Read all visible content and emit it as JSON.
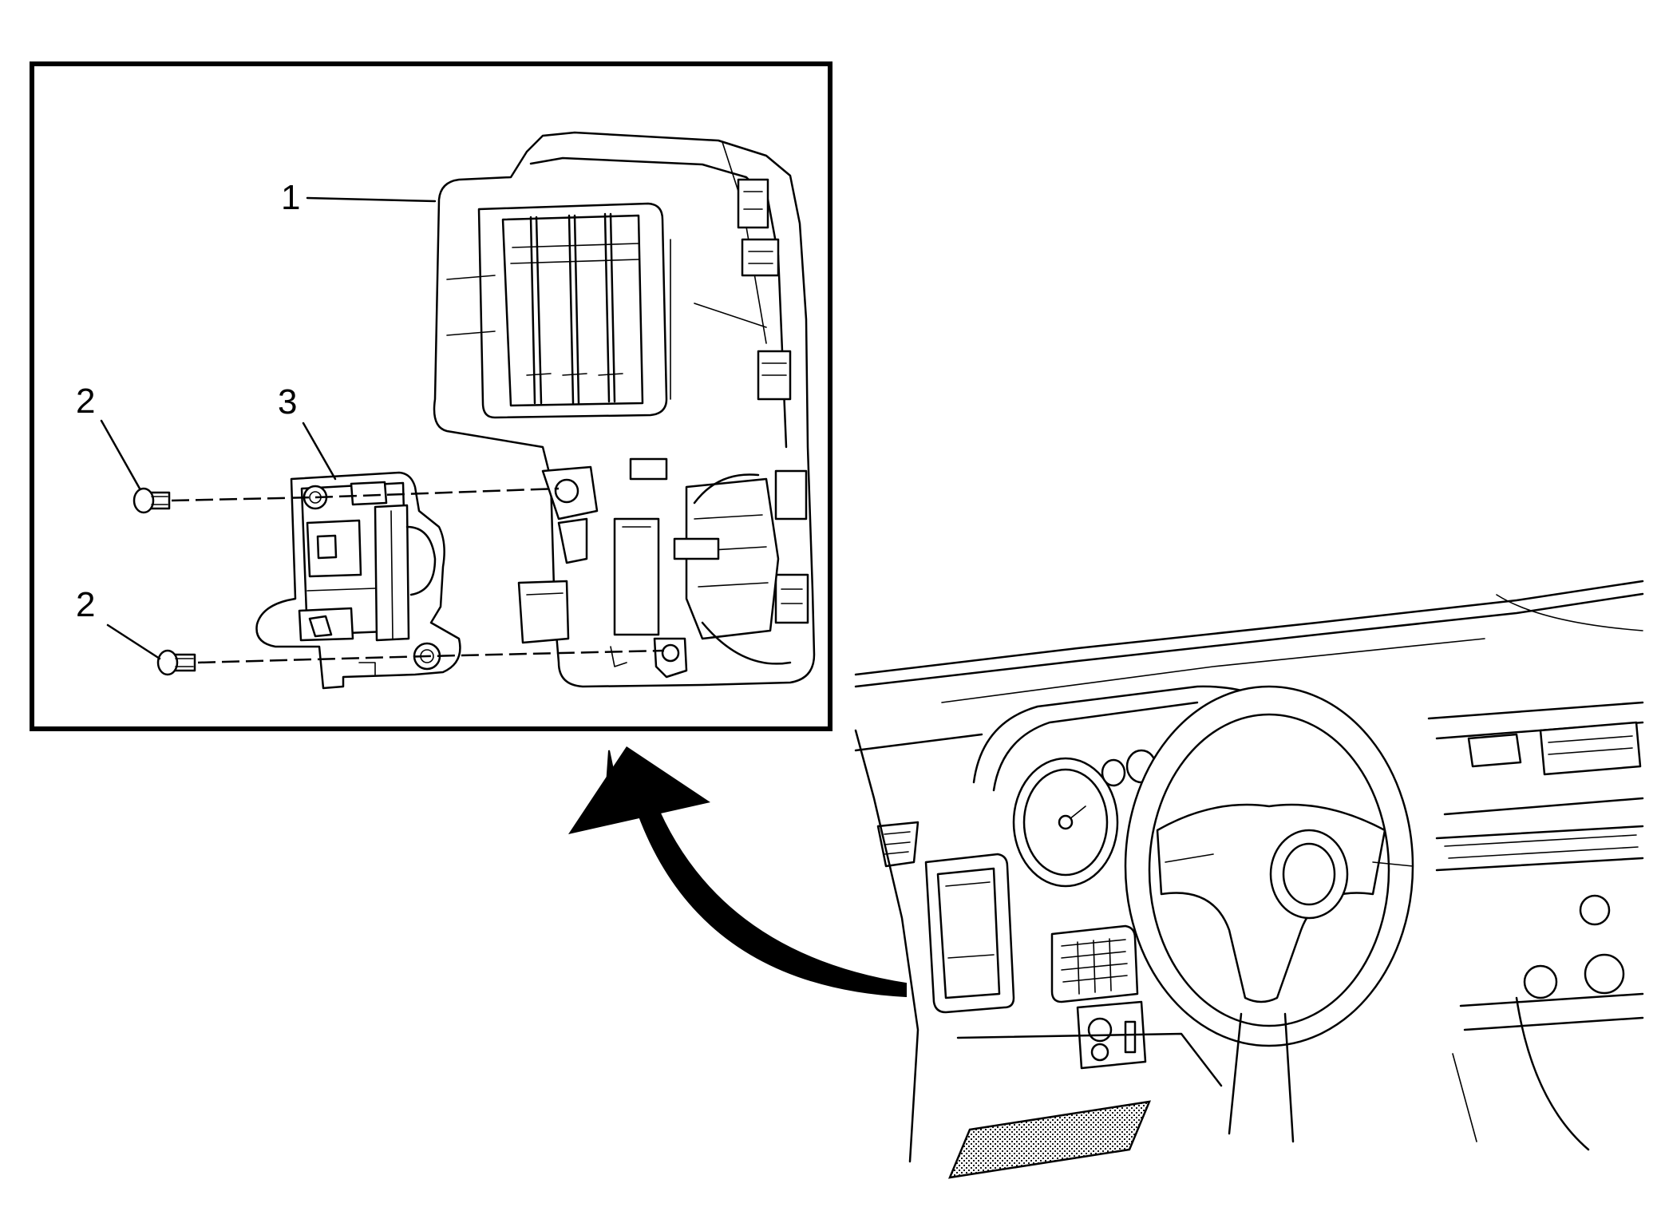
{
  "callouts": {
    "bezel": "1",
    "screw_upper": "2",
    "screw_lower": "2",
    "switch": "3"
  }
}
